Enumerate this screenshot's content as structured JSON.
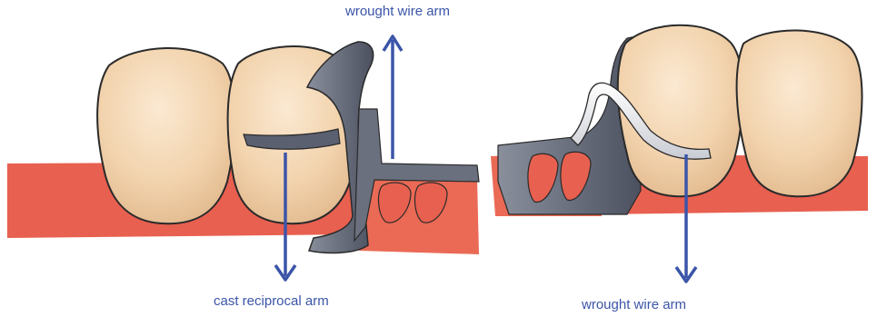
{
  "labels": {
    "top": "wrought wire arm",
    "bottom_left": "cast reciprocal arm",
    "bottom_right": "wrought wire arm"
  },
  "colors": {
    "arrow": "#3b55a8",
    "gingiva": "#e8604f",
    "tooth": "#f2d3ad",
    "metal": "#5f6472"
  }
}
